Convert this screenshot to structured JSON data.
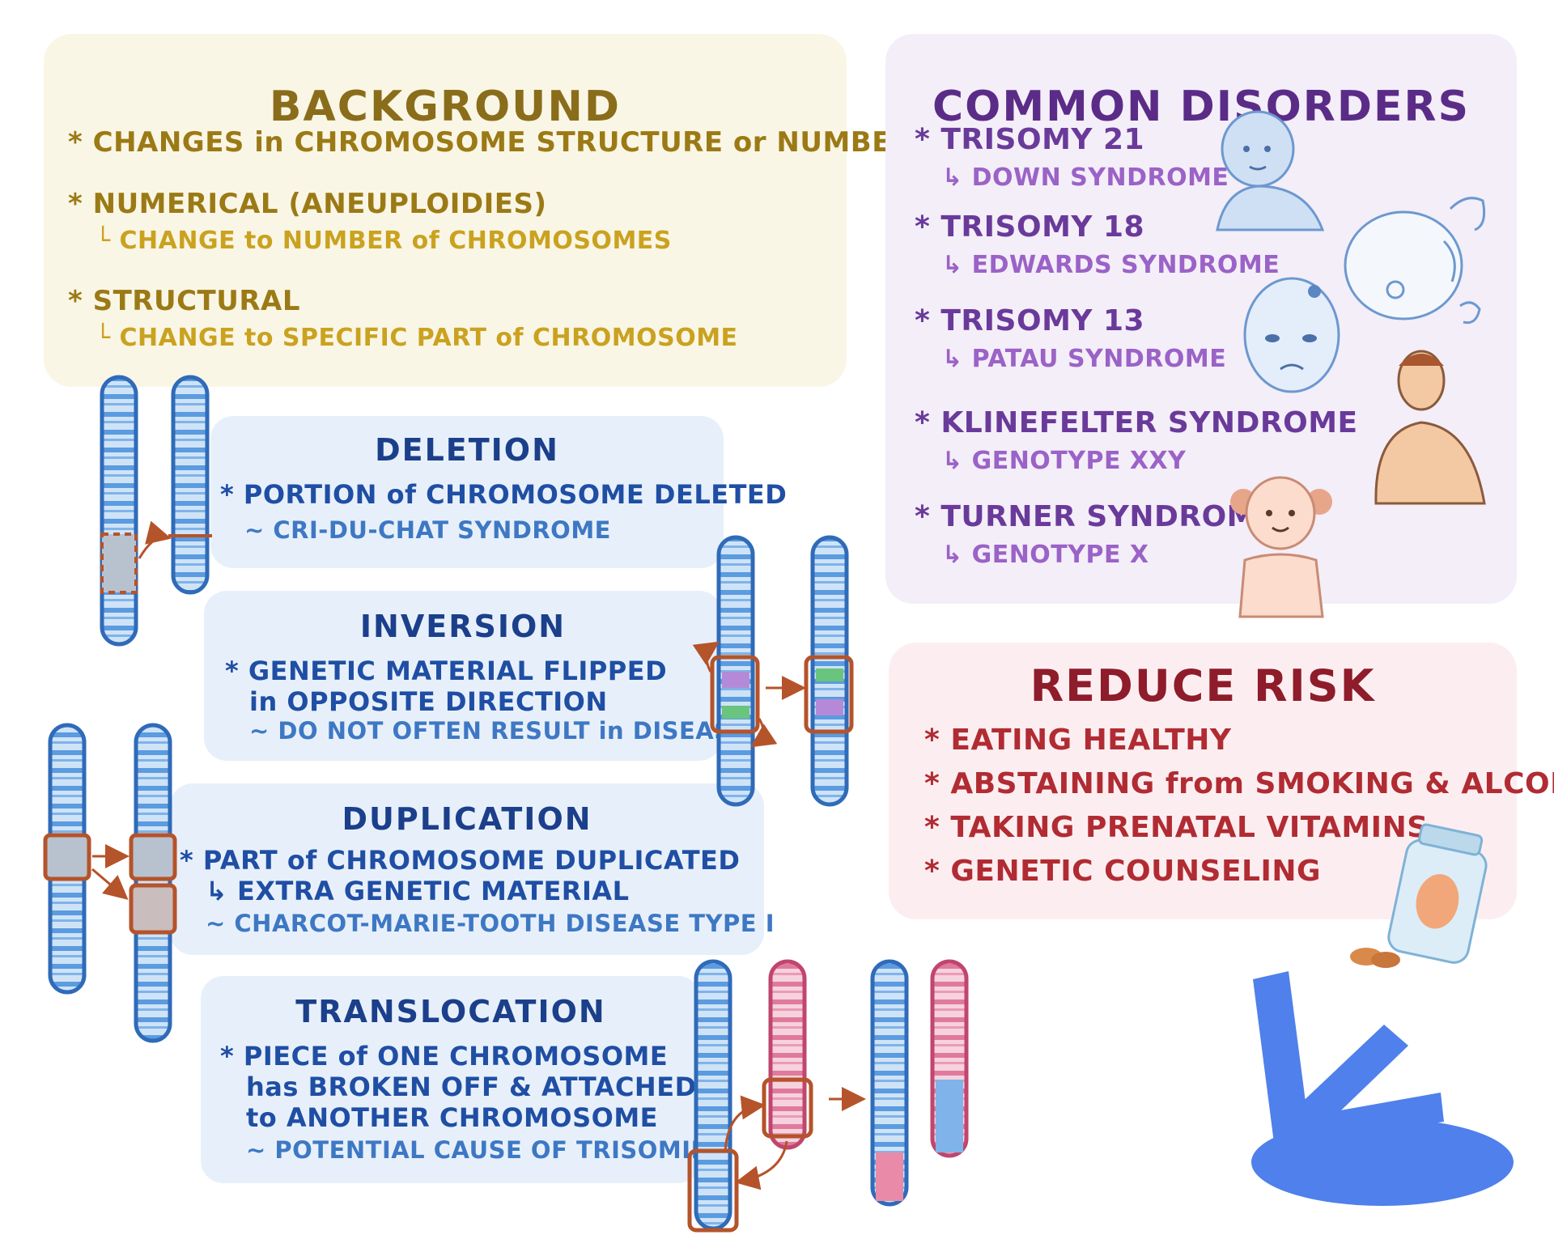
{
  "background": {
    "title": "BACKGROUND",
    "line1": "* CHANGES in CHROMOSOME STRUCTURE or NUMBER",
    "line2": "* NUMERICAL (ANEUPLOIDIES)",
    "line2_sub": "└ CHANGE to NUMBER of CHROMOSOMES",
    "line3": "* STRUCTURAL",
    "line3_sub": "└ CHANGE to SPECIFIC PART of CHROMOSOME"
  },
  "common_disorders": {
    "title": "COMMON DISORDERS",
    "items": [
      {
        "name": "* TRISOMY 21",
        "detail": "↳ DOWN SYNDROME"
      },
      {
        "name": "* TRISOMY 18",
        "detail": "↳ EDWARDS SYNDROME"
      },
      {
        "name": "* TRISOMY 13",
        "detail": "↳ PATAU SYNDROME"
      },
      {
        "name": "* KLINEFELTER SYNDROME",
        "detail": "↳ GENOTYPE XXY"
      },
      {
        "name": "* TURNER SYNDROME",
        "detail": "↳ GENOTYPE X"
      }
    ]
  },
  "reduce_risk": {
    "title": "REDUCE RISK",
    "items": [
      "* EATING HEALTHY",
      "* ABSTAINING from SMOKING & ALCOHOL",
      "* TAKING PRENATAL VITAMINS",
      "* GENETIC COUNSELING"
    ]
  },
  "deletion": {
    "title": "DELETION",
    "line1": "* PORTION of CHROMOSOME DELETED",
    "example": "~ CRI-DU-CHAT SYNDROME"
  },
  "inversion": {
    "title": "INVERSION",
    "line1": "* GENETIC MATERIAL FLIPPED",
    "line2": "in OPPOSITE DIRECTION",
    "example": "~ DO NOT OFTEN RESULT in DISEASE"
  },
  "duplication": {
    "title": "DUPLICATION",
    "line1": "* PART of CHROMOSOME DUPLICATED",
    "line2": "↳ EXTRA GENETIC MATERIAL",
    "example": "~ CHARCOT-MARIE-TOOTH DISEASE TYPE I"
  },
  "translocation": {
    "title": "TRANSLOCATION",
    "line1": "* PIECE of ONE CHROMOSOME",
    "line2": "has BROKEN OFF & ATTACHED",
    "line3": "to ANOTHER CHROMOSOME",
    "example": "~ POTENTIAL CAUSE OF TRISOMIES"
  },
  "colors": {
    "chromosome_blue": "#5b9be0",
    "chromosome_pink": "#e07a9c",
    "highlight_box": "#b5532a",
    "inverted_purple": "#b48ad8",
    "inverted_green": "#69c47e"
  }
}
